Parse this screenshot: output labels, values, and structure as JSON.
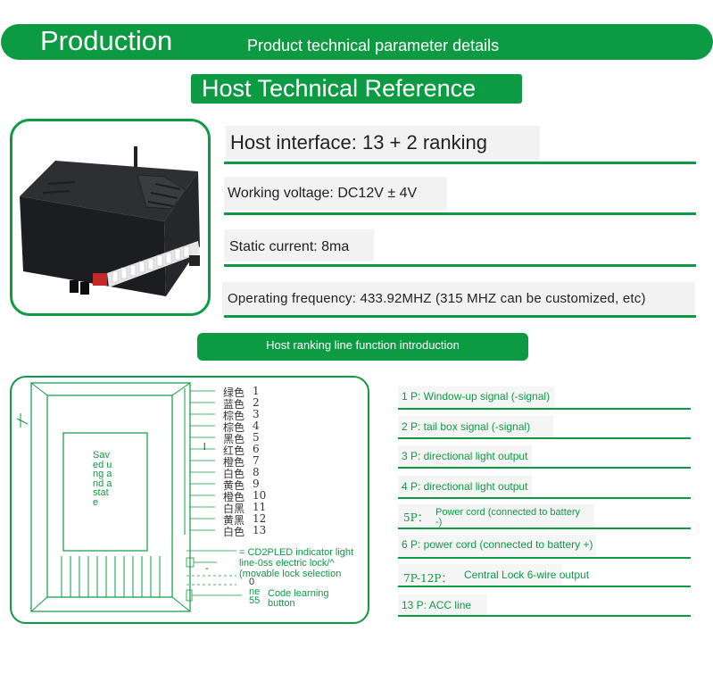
{
  "header": {
    "title": "Production",
    "subtitle": "Product technical parameter details"
  },
  "host_reference": {
    "title": "Host Technical Reference"
  },
  "specs": [
    {
      "text": "Host interface: 13 + 2 ranking"
    },
    {
      "text": "Working voltage: DC12V ± 4V"
    },
    {
      "text": "Static current: 8ma"
    },
    {
      "text": "Operating frequency: 433.92MHZ (315 MHZ can be customized, etc)"
    }
  ],
  "line_intro": {
    "title": "Host ranking line function introduction"
  },
  "diagram": {
    "wires": [
      {
        "color": "绿色",
        "num": "1"
      },
      {
        "color": "蓝色",
        "num": "2"
      },
      {
        "color": "棕色",
        "num": "3"
      },
      {
        "color": "棕色",
        "num": "4"
      },
      {
        "color": "黑色",
        "num": "5"
      },
      {
        "color": "红色",
        "num": "6"
      },
      {
        "color": "橙色",
        "num": "7"
      },
      {
        "color": "白色",
        "num": "8"
      },
      {
        "color": "黄色",
        "num": "9"
      },
      {
        "color": "橙色",
        "num": "10"
      },
      {
        "color": "白黑",
        "num": "11"
      },
      {
        "color": "黄黑",
        "num": "12"
      },
      {
        "color": "白色",
        "num": "13"
      }
    ],
    "vertical_text": "Saved ung and a state",
    "annotations": {
      "led_line1": "= CD2PLED indicator light",
      "led_line2": "line-0ss electric lock/^",
      "led_line3": "(movable lock selection",
      "small_o": "0",
      "ne": "ne",
      "num55": "55",
      "learn1": "Code learning",
      "learn2": "button",
      "mark_i": "l",
      "mark_dash": "-"
    }
  },
  "functions": [
    {
      "prefix": "",
      "text": "1 P: Window-up signal (-signal)"
    },
    {
      "prefix": "",
      "text": "2 P: tail box signal (-signal)"
    },
    {
      "prefix": "",
      "text": "3 P: directional light output"
    },
    {
      "prefix": "",
      "text": "4 P: directional light output"
    },
    {
      "prefix": "5P：",
      "text": "Power cord (connected to battery",
      "text2": "-)"
    },
    {
      "prefix": "",
      "text": "6 P: power cord (connected to battery +)"
    },
    {
      "prefix": "7P-12P：",
      "text": "Central Lock 6-wire output"
    },
    {
      "prefix": "",
      "text": "13 P: ACC line"
    }
  ],
  "colors": {
    "accent": "#0c9a43",
    "panel": "#f2f2f2"
  }
}
